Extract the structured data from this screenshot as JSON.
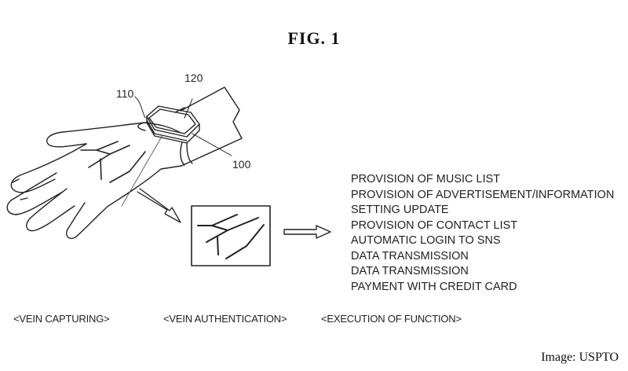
{
  "figure": {
    "title": "FIG.  1"
  },
  "reference_labels": {
    "device": "100",
    "sensor": "110",
    "display": "120"
  },
  "functions": [
    "PROVISION OF MUSIC LIST",
    "PROVISION OF ADVERTISEMENT/INFORMATION",
    "SETTING UPDATE",
    "PROVISION OF CONTACT LIST",
    "AUTOMATIC LOGIN TO SNS",
    "DATA TRANSMISSION",
    "DATA TRANSMISSION",
    "PAYMENT WITH CREDIT CARD"
  ],
  "stages": {
    "capturing": "<VEIN CAPTURING>",
    "authentication": "<VEIN AUTHENTICATION>",
    "execution": "<EXECUTION OF FUNCTION>"
  },
  "credit": "Image: USPTO"
}
